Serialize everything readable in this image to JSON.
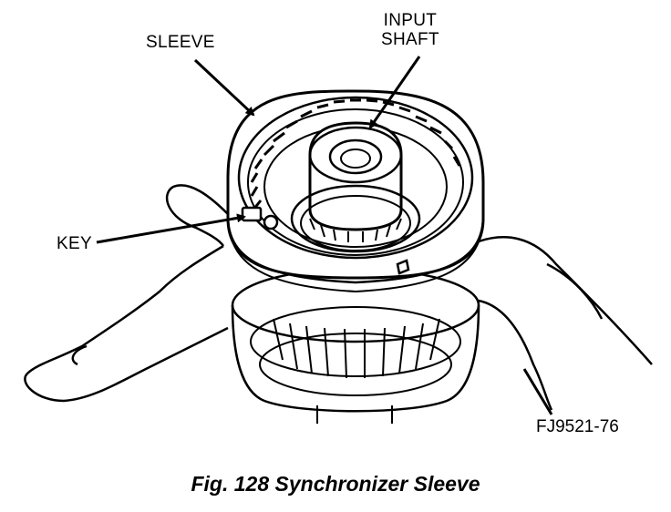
{
  "labels": {
    "sleeve": "SLEEVE",
    "input_shaft_line1": "INPUT",
    "input_shaft_line2": "SHAFT",
    "key": "KEY"
  },
  "figure_id": "FJ9521-76",
  "caption": "Fig. 128 Synchronizer Sleeve",
  "colors": {
    "ink": "#000000",
    "paper": "#ffffff"
  }
}
